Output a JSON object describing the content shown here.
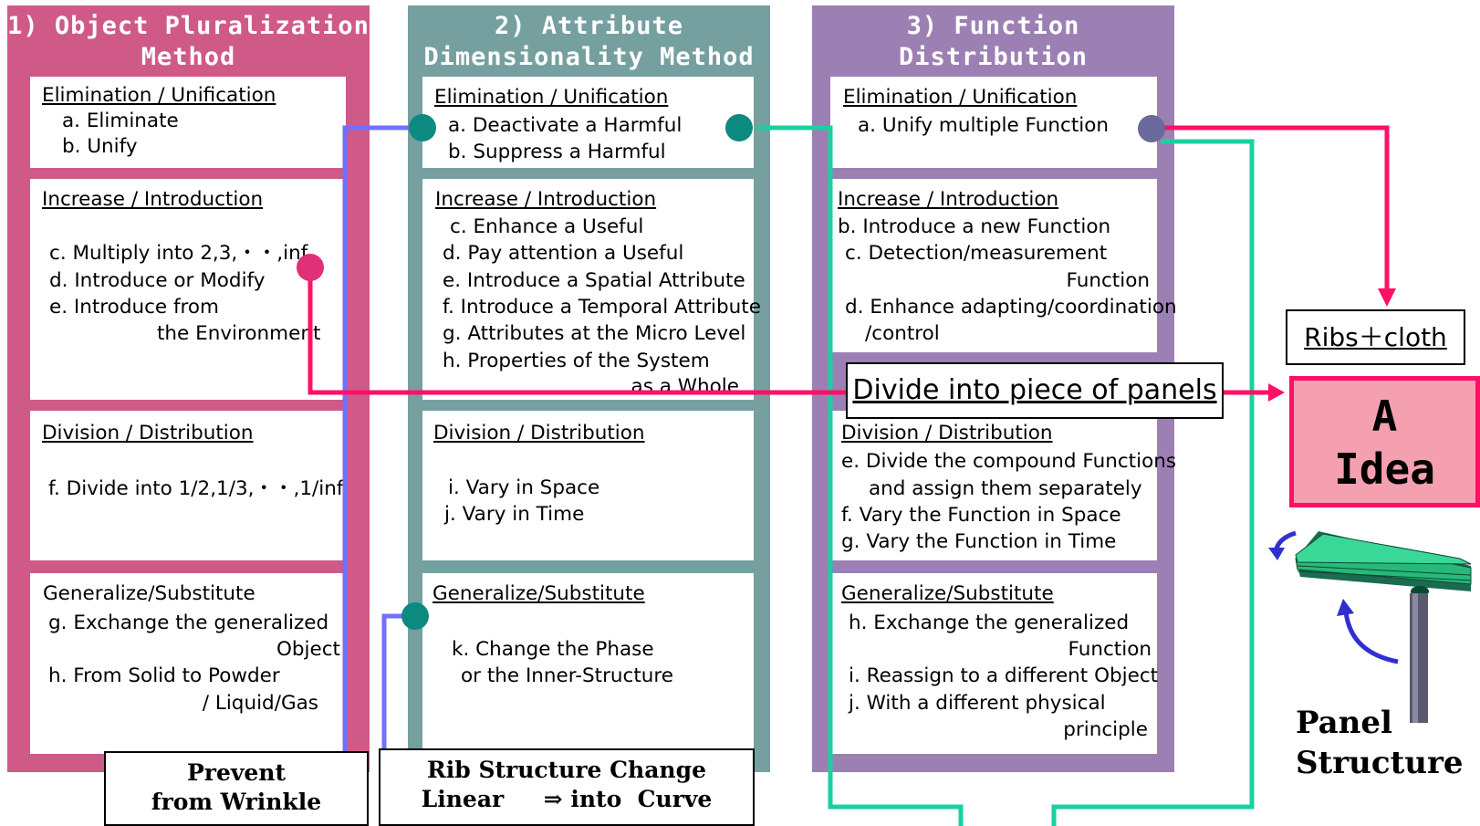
{
  "top_partial_text": "",
  "colors": {
    "col1": "#cf5a88",
    "col2": "#76a0a0",
    "col3": "#9c80b4",
    "pink_line": "#ff1066",
    "teal_line": "#1ad0a0",
    "blue_line": "#7070ff",
    "idea_fill": "#f5a0b0",
    "idea_border": "#ff1066"
  },
  "columns": [
    {
      "title": "1) Object Pluralization\nMethod",
      "boxes": [
        {
          "title": "Elimination / Unification",
          "lines": [
            "a. Eliminate",
            "b. Unify"
          ]
        },
        {
          "title": "Increase / Introduction",
          "lines": [
            "c. Multiply into 2,3,・・,inf.",
            "d. Introduce or Modify",
            "e. Introduce from",
            "the Environment"
          ]
        },
        {
          "title": "Division / Distribution",
          "lines": [
            "f. Divide into 1/2,1/3,・・,1/inf."
          ]
        },
        {
          "title": "Generalize/Substitute",
          "lines": [
            "g. Exchange the generalized",
            "Object",
            "h. From Solid to Powder",
            "/ Liquid/Gas"
          ]
        }
      ]
    },
    {
      "title": "2) Attribute\nDimensionality Method",
      "boxes": [
        {
          "title": "Elimination / Unification",
          "lines": [
            "a. Deactivate a Harmful",
            "b. Suppress a Harmful"
          ]
        },
        {
          "title": "Increase / Introduction",
          "lines": [
            "c. Enhance a Useful",
            "d. Pay attention a Useful",
            "e. Introduce a Spatial Attribute",
            "f. Introduce a Temporal Attribute",
            "g. Attributes at the Micro Level",
            "h. Properties of the System",
            "as a Whole"
          ]
        },
        {
          "title": "Division / Distribution",
          "lines": [
            "i. Vary in Space",
            "j. Vary in Time"
          ]
        },
        {
          "title": "Generalize/Substitute",
          "lines": [
            "k. Change the Phase",
            "or the Inner-Structure"
          ]
        }
      ]
    },
    {
      "title": "3) Function Distribution\nMethod",
      "boxes": [
        {
          "title": "Elimination / Unification",
          "lines": [
            "a. Unify multiple Function"
          ]
        },
        {
          "title": "Increase / Introduction",
          "lines": [
            "b. Introduce a new Function",
            "c. Detection/measurement",
            "Function",
            "d. Enhance adapting/coordination",
            "/control"
          ]
        },
        {
          "title": "Division / Distribution",
          "lines": [
            "e. Divide the compound Functions",
            "and assign them separately",
            "f. Vary the Function in Space",
            "g. Vary the Function in Time"
          ]
        },
        {
          "title": "Generalize/Substitute",
          "lines": [
            "h. Exchange the generalized",
            "Function",
            "i. Reassign to a different Object",
            "j. With a different physical",
            "principle"
          ]
        }
      ]
    }
  ],
  "divide_label": "Divide into piece of panels",
  "ribs_label": "Ribs＋cloth",
  "idea_label": "A\nIdea",
  "prevent_label": "Prevent\nfrom Wrinkle",
  "rib_label_line1": "Rib Structure Change",
  "rib_label_line2": "Linear     ⇒ into  Curve",
  "panel_label": "Panel\nStructure"
}
